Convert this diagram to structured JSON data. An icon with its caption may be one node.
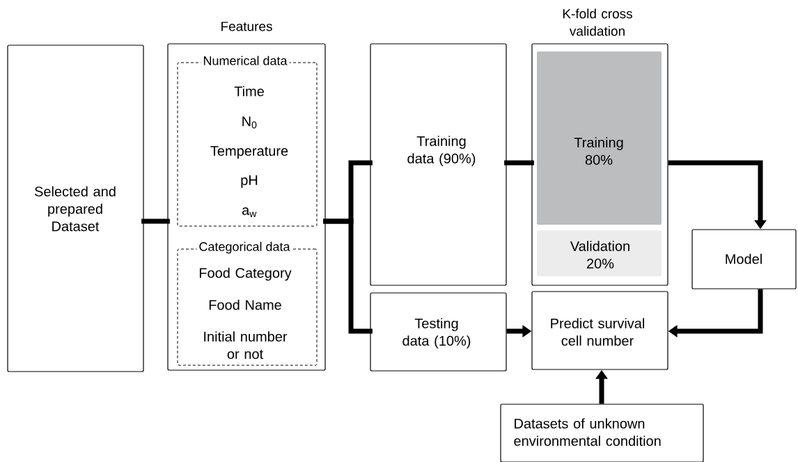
{
  "diagram": {
    "nodes": [
      {
        "text": [
          "Selected and prepared Dataset"
        ]
      },
      {
        "text": [
          "Features"
        ]
      },
      {
        "text": [
          "Numerical data",
          "Time",
          "N$_{0}$",
          "Temperature",
          "pH",
          "a$_{w}$"
        ],
        "in": 1
      },
      {
        "text": [
          "Categorical data",
          "Food Category",
          "Food Name",
          "Initial number or not"
        ],
        "in": 1
      },
      {
        "text": [
          "Training data (90%)"
        ]
      },
      {
        "text": [
          "K-fold cross validation"
        ]
      },
      {
        "text": [
          "Training 80%"
        ],
        "in": 5
      },
      {
        "text": [
          "Validation 20%"
        ],
        "in": 5
      },
      {
        "text": [
          "Model"
        ]
      },
      {
        "text": [
          "Testing data (10%)"
        ]
      },
      {
        "text": [
          "Predict survival cell number"
        ]
      },
      {
        "text": [
          "Datasets of unknown environmental condition"
        ]
      }
    ],
    "edges": [
      {
        "from": 0,
        "to": 1,
        "arrow": "none"
      },
      {
        "from": 1,
        "to": 4,
        "arrow": "none"
      },
      {
        "from": 1,
        "to": 9,
        "arrow": "none"
      },
      {
        "from": 4,
        "to": 5,
        "arrow": "none"
      },
      {
        "from": 5,
        "to": 8,
        "arrow": "to"
      },
      {
        "from": 9,
        "to": 10,
        "arrow": "to"
      },
      {
        "from": 8,
        "to": 10,
        "arrow": "to"
      },
      {
        "from": 11,
        "to": 10,
        "arrow": "to"
      }
    ]
  }
}
